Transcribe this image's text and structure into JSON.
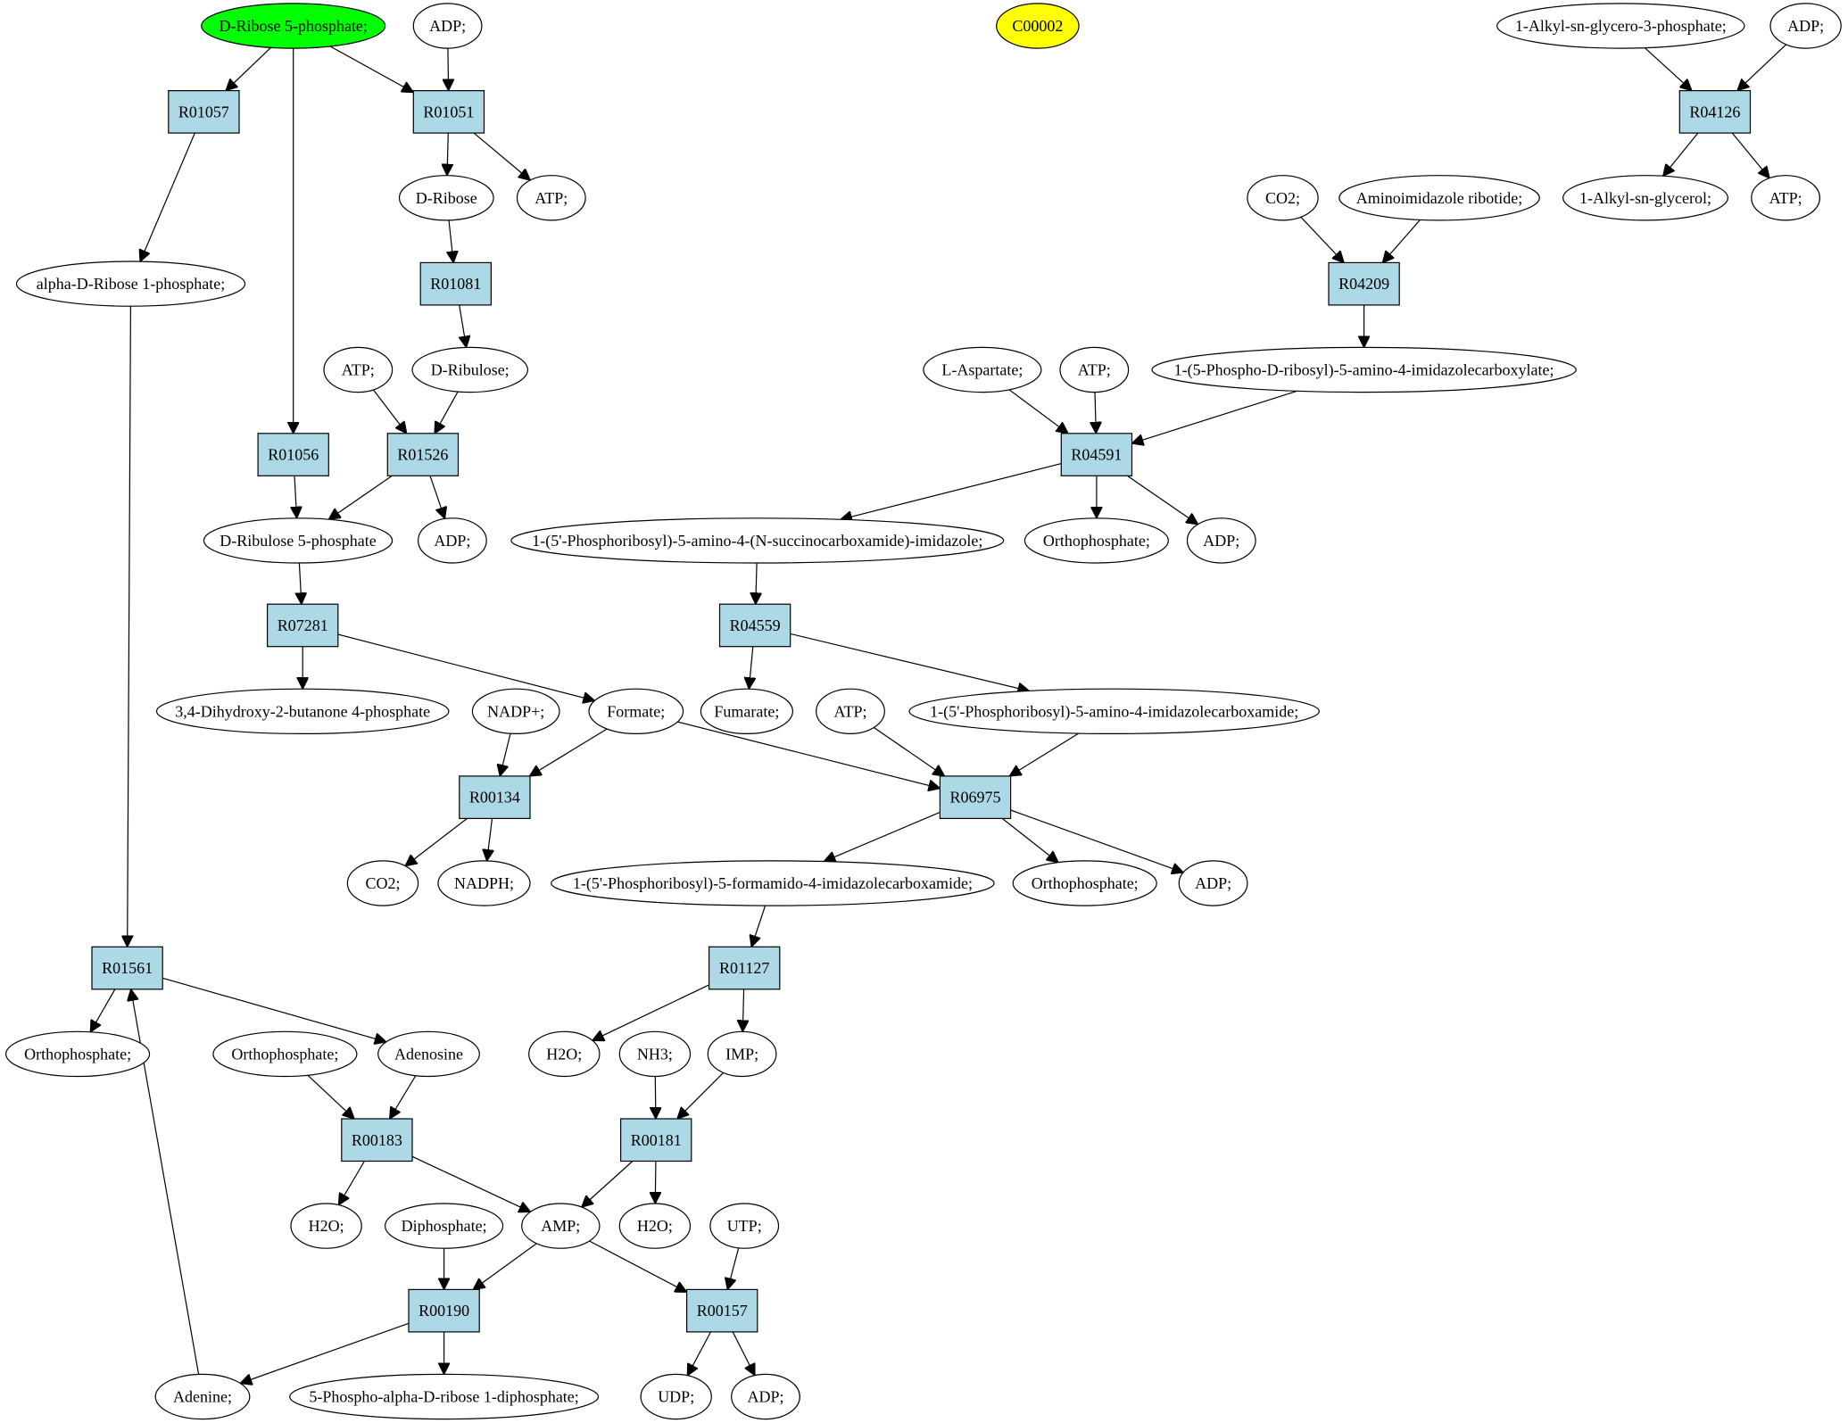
{
  "diagram": {
    "colors": {
      "reaction_fill": "#add8e6",
      "compound_fill": "#ffffff",
      "highlight_fill": "#00ff00",
      "query_fill": "#ffff00",
      "stroke": "#000000"
    },
    "nodes": [
      {
        "id": "c_dr5p",
        "kind": "compound",
        "label": "D-Ribose 5-phosphate;",
        "fill": "highlight"
      },
      {
        "id": "c_adp1",
        "kind": "compound",
        "label": "ADP;"
      },
      {
        "id": "c_c00002",
        "kind": "compound",
        "label": "C00002",
        "fill": "query"
      },
      {
        "id": "c_alkg3p",
        "kind": "compound",
        "label": "1-Alkyl-sn-glycero-3-phosphate;"
      },
      {
        "id": "c_adp2",
        "kind": "compound",
        "label": "ADP;"
      },
      {
        "id": "r_R01057",
        "kind": "reaction",
        "label": "R01057"
      },
      {
        "id": "r_R01051",
        "kind": "reaction",
        "label": "R01051"
      },
      {
        "id": "r_R04126",
        "kind": "reaction",
        "label": "R04126"
      },
      {
        "id": "c_dribose",
        "kind": "compound",
        "label": "D-Ribose"
      },
      {
        "id": "c_atp1",
        "kind": "compound",
        "label": "ATP;"
      },
      {
        "id": "c_co2a",
        "kind": "compound",
        "label": "CO2;"
      },
      {
        "id": "c_air",
        "kind": "compound",
        "label": "Aminoimidazole ribotide;"
      },
      {
        "id": "c_alkgly",
        "kind": "compound",
        "label": "1-Alkyl-sn-glycerol;"
      },
      {
        "id": "c_atp2",
        "kind": "compound",
        "label": "ATP;"
      },
      {
        "id": "c_adr1p",
        "kind": "compound",
        "label": "alpha-D-Ribose 1-phosphate;"
      },
      {
        "id": "r_R01081",
        "kind": "reaction",
        "label": "R01081"
      },
      {
        "id": "r_R04209",
        "kind": "reaction",
        "label": "R04209"
      },
      {
        "id": "c_atp3",
        "kind": "compound",
        "label": "ATP;"
      },
      {
        "id": "c_dribulose",
        "kind": "compound",
        "label": "D-Ribulose;"
      },
      {
        "id": "c_asp",
        "kind": "compound",
        "label": "L-Aspartate;"
      },
      {
        "id": "c_atp4",
        "kind": "compound",
        "label": "ATP;"
      },
      {
        "id": "c_cair",
        "kind": "compound",
        "label": "1-(5-Phospho-D-ribosyl)-5-amino-4-imidazolecarboxylate;"
      },
      {
        "id": "r_R01056",
        "kind": "reaction",
        "label": "R01056"
      },
      {
        "id": "r_R01526",
        "kind": "reaction",
        "label": "R01526"
      },
      {
        "id": "r_R04591",
        "kind": "reaction",
        "label": "R04591"
      },
      {
        "id": "c_ru5p",
        "kind": "compound",
        "label": "D-Ribulose 5-phosphate"
      },
      {
        "id": "c_adp3",
        "kind": "compound",
        "label": "ADP;"
      },
      {
        "id": "c_saicar",
        "kind": "compound",
        "label": "1-(5'-Phosphoribosyl)-5-amino-4-(N-succinocarboxamide)-imidazole;"
      },
      {
        "id": "c_pi1",
        "kind": "compound",
        "label": "Orthophosphate;"
      },
      {
        "id": "c_adp4",
        "kind": "compound",
        "label": "ADP;"
      },
      {
        "id": "r_R07281",
        "kind": "reaction",
        "label": "R07281"
      },
      {
        "id": "r_R04559",
        "kind": "reaction",
        "label": "R04559"
      },
      {
        "id": "c_dhbp",
        "kind": "compound",
        "label": "3,4-Dihydroxy-2-butanone 4-phosphate"
      },
      {
        "id": "c_nadp",
        "kind": "compound",
        "label": "NADP+;"
      },
      {
        "id": "c_formate",
        "kind": "compound",
        "label": "Formate;"
      },
      {
        "id": "c_fumarate",
        "kind": "compound",
        "label": "Fumarate;"
      },
      {
        "id": "c_atp5",
        "kind": "compound",
        "label": "ATP;"
      },
      {
        "id": "c_aicar",
        "kind": "compound",
        "label": "1-(5'-Phosphoribosyl)-5-amino-4-imidazolecarboxamide;"
      },
      {
        "id": "r_R00134",
        "kind": "reaction",
        "label": "R00134"
      },
      {
        "id": "r_R06975",
        "kind": "reaction",
        "label": "R06975"
      },
      {
        "id": "c_co2b",
        "kind": "compound",
        "label": "CO2;"
      },
      {
        "id": "c_nadph",
        "kind": "compound",
        "label": "NADPH;"
      },
      {
        "id": "c_faicar",
        "kind": "compound",
        "label": "1-(5'-Phosphoribosyl)-5-formamido-4-imidazolecarboxamide;"
      },
      {
        "id": "c_pi2",
        "kind": "compound",
        "label": "Orthophosphate;"
      },
      {
        "id": "c_adp5",
        "kind": "compound",
        "label": "ADP;"
      },
      {
        "id": "r_R01561",
        "kind": "reaction",
        "label": "R01561"
      },
      {
        "id": "r_R01127",
        "kind": "reaction",
        "label": "R01127"
      },
      {
        "id": "c_pi3",
        "kind": "compound",
        "label": "Orthophosphate;"
      },
      {
        "id": "c_pi4",
        "kind": "compound",
        "label": "Orthophosphate;"
      },
      {
        "id": "c_adenosine",
        "kind": "compound",
        "label": "Adenosine"
      },
      {
        "id": "c_h2o1",
        "kind": "compound",
        "label": "H2O;"
      },
      {
        "id": "c_nh3",
        "kind": "compound",
        "label": "NH3;"
      },
      {
        "id": "c_imp",
        "kind": "compound",
        "label": "IMP;"
      },
      {
        "id": "r_R00183",
        "kind": "reaction",
        "label": "R00183"
      },
      {
        "id": "r_R00181",
        "kind": "reaction",
        "label": "R00181"
      },
      {
        "id": "c_h2o2",
        "kind": "compound",
        "label": "H2O;"
      },
      {
        "id": "c_ppi",
        "kind": "compound",
        "label": "Diphosphate;"
      },
      {
        "id": "c_amp",
        "kind": "compound",
        "label": "AMP;"
      },
      {
        "id": "c_h2o3",
        "kind": "compound",
        "label": "H2O;"
      },
      {
        "id": "c_utp",
        "kind": "compound",
        "label": "UTP;"
      },
      {
        "id": "r_R00190",
        "kind": "reaction",
        "label": "R00190"
      },
      {
        "id": "r_R00157",
        "kind": "reaction",
        "label": "R00157"
      },
      {
        "id": "c_adenine",
        "kind": "compound",
        "label": "Adenine;"
      },
      {
        "id": "c_prpp",
        "kind": "compound",
        "label": "5-Phospho-alpha-D-ribose 1-diphosphate;"
      },
      {
        "id": "c_udp",
        "kind": "compound",
        "label": "UDP;"
      },
      {
        "id": "c_adp6",
        "kind": "compound",
        "label": "ADP;"
      }
    ],
    "edges": [
      [
        "c_dr5p",
        "r_R01057"
      ],
      [
        "c_dr5p",
        "r_R01056"
      ],
      [
        "c_dr5p",
        "r_R01051"
      ],
      [
        "c_adp1",
        "r_R01051"
      ],
      [
        "r_R01051",
        "c_dribose"
      ],
      [
        "r_R01051",
        "c_atp1"
      ],
      [
        "r_R01057",
        "c_adr1p"
      ],
      [
        "c_dribose",
        "r_R01081"
      ],
      [
        "r_R01081",
        "c_dribulose"
      ],
      [
        "c_atp3",
        "r_R01526"
      ],
      [
        "c_dribulose",
        "r_R01526"
      ],
      [
        "r_R01526",
        "c_ru5p"
      ],
      [
        "r_R01526",
        "c_adp3"
      ],
      [
        "r_R01056",
        "c_ru5p"
      ],
      [
        "c_ru5p",
        "r_R07281"
      ],
      [
        "r_R07281",
        "c_dhbp"
      ],
      [
        "r_R07281",
        "c_formate"
      ],
      [
        "c_alkg3p",
        "r_R04126"
      ],
      [
        "c_adp2",
        "r_R04126"
      ],
      [
        "r_R04126",
        "c_alkgly"
      ],
      [
        "r_R04126",
        "c_atp2"
      ],
      [
        "c_co2a",
        "r_R04209"
      ],
      [
        "c_air",
        "r_R04209"
      ],
      [
        "r_R04209",
        "c_cair"
      ],
      [
        "c_asp",
        "r_R04591"
      ],
      [
        "c_atp4",
        "r_R04591"
      ],
      [
        "c_cair",
        "r_R04591"
      ],
      [
        "r_R04591",
        "c_saicar"
      ],
      [
        "r_R04591",
        "c_pi1"
      ],
      [
        "r_R04591",
        "c_adp4"
      ],
      [
        "c_saicar",
        "r_R04559"
      ],
      [
        "r_R04559",
        "c_fumarate"
      ],
      [
        "r_R04559",
        "c_aicar"
      ],
      [
        "c_nadp",
        "r_R00134"
      ],
      [
        "c_formate",
        "r_R00134"
      ],
      [
        "c_formate",
        "r_R06975"
      ],
      [
        "c_atp5",
        "r_R06975"
      ],
      [
        "c_aicar",
        "r_R06975"
      ],
      [
        "r_R00134",
        "c_co2b"
      ],
      [
        "r_R00134",
        "c_nadph"
      ],
      [
        "r_R06975",
        "c_faicar"
      ],
      [
        "r_R06975",
        "c_pi2"
      ],
      [
        "r_R06975",
        "c_adp5"
      ],
      [
        "c_faicar",
        "r_R01127"
      ],
      [
        "c_adr1p",
        "r_R01561"
      ],
      [
        "r_R01561",
        "c_pi3"
      ],
      [
        "r_R01561",
        "c_adenosine"
      ],
      [
        "r_R01127",
        "c_h2o1"
      ],
      [
        "r_R01127",
        "c_imp"
      ],
      [
        "c_pi4",
        "r_R00183"
      ],
      [
        "c_adenosine",
        "r_R00183"
      ],
      [
        "c_nh3",
        "r_R00181"
      ],
      [
        "c_imp",
        "r_R00181"
      ],
      [
        "r_R00183",
        "c_h2o2"
      ],
      [
        "r_R00183",
        "c_amp"
      ],
      [
        "r_R00181",
        "c_amp"
      ],
      [
        "r_R00181",
        "c_h2o3"
      ],
      [
        "c_ppi",
        "r_R00190"
      ],
      [
        "c_amp",
        "r_R00190"
      ],
      [
        "c_amp",
        "r_R00157"
      ],
      [
        "c_utp",
        "r_R00157"
      ],
      [
        "r_R00190",
        "c_adenine"
      ],
      [
        "r_R00190",
        "c_prpp"
      ],
      [
        "r_R00157",
        "c_udp"
      ],
      [
        "r_R00157",
        "c_adp6"
      ],
      [
        "c_adenine",
        "r_R01561"
      ]
    ]
  }
}
